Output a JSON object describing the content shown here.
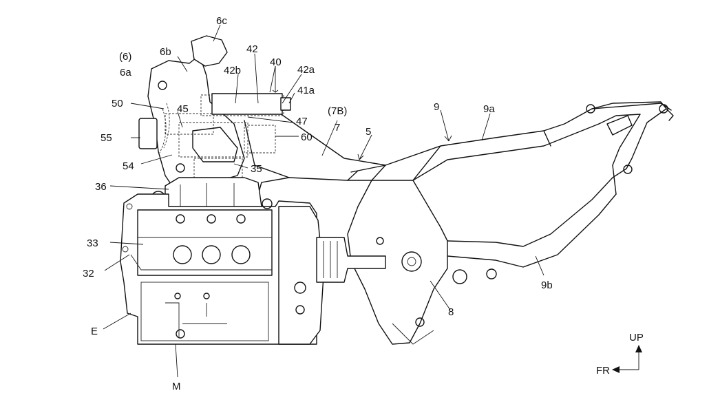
{
  "labels": {
    "l6c": "6c",
    "l42": "42",
    "l40": "40",
    "l6p": "(6)",
    "l6b": "6b",
    "l42b": "42b",
    "l42a": "42a",
    "l6a": "6a",
    "l41a": "41a",
    "l50": "50",
    "l7B": "(7B)",
    "l9": "9",
    "l9a": "9a",
    "l45": "45",
    "l47": "47",
    "l7": "7",
    "l5": "5",
    "l55": "55",
    "l60": "60",
    "l54": "54",
    "l35": "35",
    "l36": "36",
    "l33": "33",
    "l32": "32",
    "l9b": "9b",
    "l8": "8",
    "lE": "E",
    "lM": "M"
  },
  "direction": {
    "up": "UP",
    "front": "FR"
  }
}
